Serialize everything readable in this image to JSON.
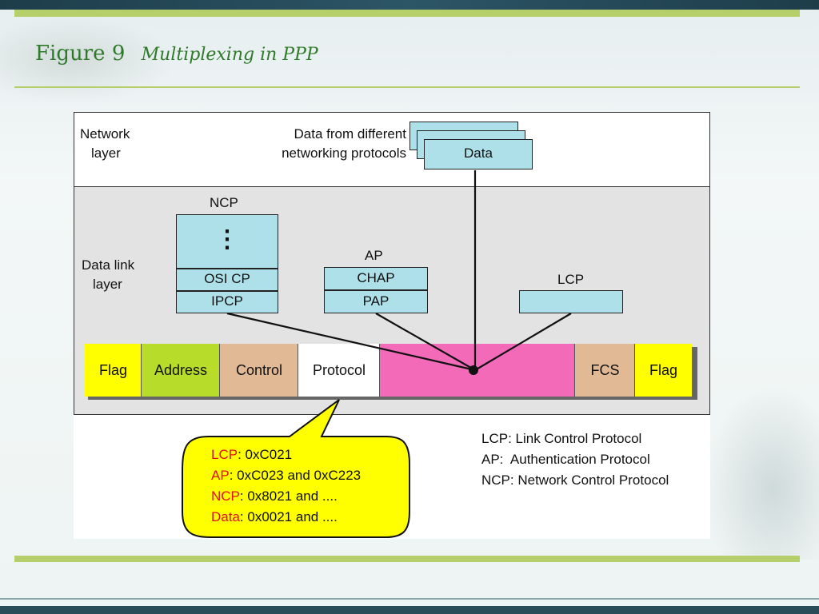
{
  "slide": {
    "title_number": "Figure 9",
    "title_text": "Multiplexing in PPP"
  },
  "diagram": {
    "network_layer_label": [
      "Network",
      "layer"
    ],
    "data_source_label": [
      "Data from different",
      "networking protocols"
    ],
    "data_box": "Data",
    "data_link_layer_label": [
      "Data link",
      "layer"
    ],
    "ncp": {
      "title": "NCP",
      "dots": "⋮",
      "rows": [
        "OSI CP",
        "IPCP"
      ]
    },
    "ap": {
      "title": "AP",
      "rows": [
        "CHAP",
        "PAP"
      ]
    },
    "lcp": {
      "title": "LCP"
    },
    "frame_fields": [
      "Flag",
      "Address",
      "Control",
      "Protocol",
      "",
      "FCS",
      "Flag"
    ],
    "frame_colors": [
      "#ffff00",
      "#b8dc2a",
      "#e2b995",
      "#ffffff",
      "#f36bb8",
      "#e2b995",
      "#ffff00"
    ],
    "callout": [
      {
        "key": "LCP",
        "value": ": 0xC021"
      },
      {
        "key": "AP",
        "value": ": 0xC023 and 0xC223"
      },
      {
        "key": "NCP",
        "value": ": 0x8021 and ...."
      },
      {
        "key": "Data",
        "value": ": 0x0021 and ...."
      }
    ],
    "legend": [
      "LCP: Link Control Protocol",
      "AP:  Authentication Protocol",
      "NCP: Network Control Protocol"
    ]
  },
  "colors": {
    "title_green": "#2f7a2a",
    "accent_bar": "#b5d06a",
    "box_fill": "#aee0ea",
    "callout_fill": "#ffff00",
    "key_red": "#e0101a"
  }
}
